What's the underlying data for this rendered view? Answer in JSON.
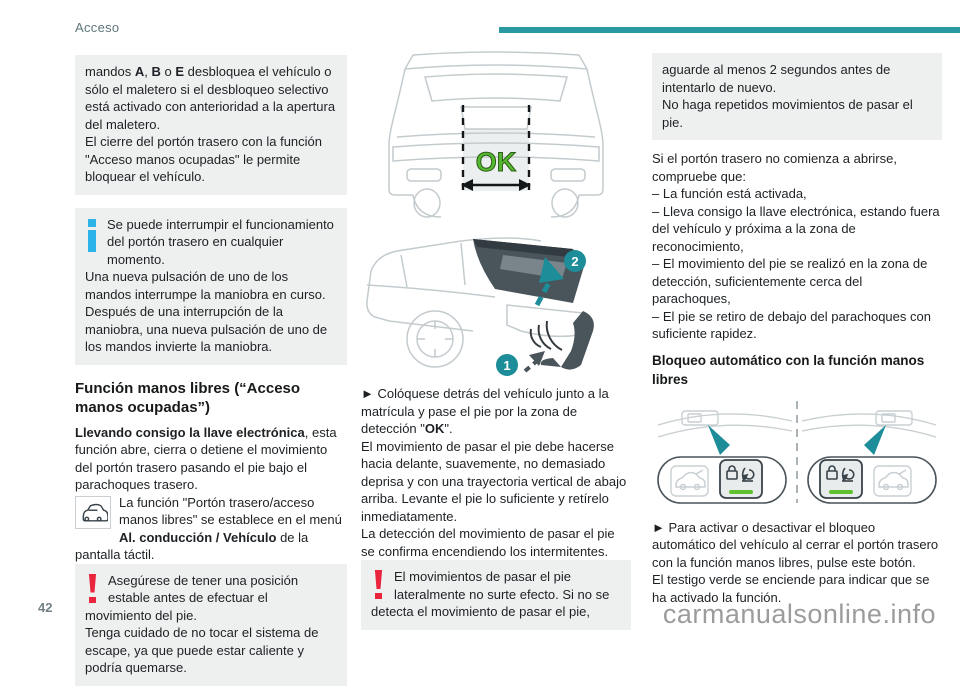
{
  "page": {
    "header": "Acceso",
    "page_number": "42",
    "watermark": "carmanualsonline.info"
  },
  "colors": {
    "accent_teal": "#2a99a1",
    "info_blue": "#2cb3e8",
    "warning_red": "#e8253d",
    "ok_green": "#55b831",
    "indicator_green": "#5fc12d",
    "box_grey": "#eef0f0"
  },
  "left": {
    "intro": {
      "s0": "mandos ",
      "s1": "A",
      "s2": ", ",
      "s3": "B",
      "s4": " o ",
      "s5": "E",
      "s6": " desbloquea el vehículo o sólo el maletero si el desbloqueo selectivo está activado con anterioridad a la apertura del maletero.",
      "line2": "El cierre del portón trasero con la función \"Acceso manos ocupadas\" le permite bloquear el vehículo."
    },
    "info": {
      "p1": "Se puede interrumpir el funcionamiento del portón trasero en cualquier momento.",
      "p2": "Una nueva pulsación de uno de los mandos interrumpe la maniobra en curso.",
      "p3": "Después de una interrupción de la maniobra, una nueva pulsación de uno de los mandos invierte la maniobra."
    },
    "title": "Función manos libres (“Acceso manos ocupadas”)",
    "p1_bold": "Llevando consigo la llave electrónica",
    "p1_rest": ", esta función abre, cierra o detiene el movimiento del portón trasero pasando el pie bajo el parachoques trasero.",
    "menu_pre": "La función \"Portón trasero/acceso manos libres\" se establece en el menú ",
    "menu_bold": "Al. conducción / Vehículo",
    "menu_post": " de la pantalla táctil.",
    "warn": {
      "p1": "Asegúrese de tener una posición estable antes de efectuar el movimiento del pie.",
      "p2": "Tenga cuidado de no tocar el sistema de escape, ya que puede estar caliente y podría quemarse."
    }
  },
  "mid": {
    "diagram": {
      "ok": "OK",
      "step1": "1",
      "step2": "2"
    },
    "p1_pre": "► Colóquese detrás del vehículo junto a la matrícula y pase el pie por la zona de detección \"",
    "p1_bold": "OK",
    "p1_post": "\".",
    "p2": "El movimiento de pasar el pie debe hacerse hacia delante, suavemente, no demasiado deprisa y con una trayectoria vertical de abajo arriba. Levante el pie lo suficiente y retírelo inmediatamente.",
    "p3": "La detección del movimiento de pasar el pie se confirma encendiendo los intermitentes.",
    "warn": {
      "p1": "El movimientos de pasar el pie lateralmente no surte efecto. Si no se detecta el movimiento de pasar el pie,"
    }
  },
  "right": {
    "cont": {
      "p1": "aguarde al menos 2 segundos antes de intentarlo de nuevo.",
      "p2": "No haga repetidos movimientos de pasar el pie."
    },
    "check_intro": "Si el portón trasero no comienza a abrirse, compruebe que:",
    "bullets": [
      "–  La función está activada,",
      "–  Lleva consigo la llave electrónica, estando fuera del vehículo y próxima a la zona de reconocimiento,",
      "–  El movimiento del pie se realizó en la zona de detección, suficientemente cerca del parachoques,",
      "–  El pie se retiro de debajo del parachoques con suficiente rapidez."
    ],
    "subheading": "Bloqueo automático con la función manos libres",
    "final": {
      "p1": "► Para activar o desactivar el bloqueo automático del vehículo al cerrar el portón trasero con la función manos libres, pulse este botón.",
      "p2": "El testigo verde se enciende para indicar que se ha activado la función."
    }
  }
}
